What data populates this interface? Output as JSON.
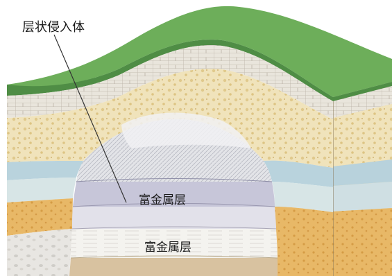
{
  "labels": {
    "laccolith": "层状侵入体",
    "ore_layer_upper": "富金属层",
    "ore_layer_lower": "富金属层"
  },
  "colors": {
    "surface_grass": "#6dae5a",
    "surface_grass_side": "#4f8d45",
    "limestone": "#e7e3d9",
    "sandstone": "#efe2b8",
    "blue_band": "#b9d3dd",
    "ochre_band": "#e7b561",
    "intrusion_core": "#dadbe0",
    "ore_band": "#c7c6d9",
    "pale_band": "#f5f4f2",
    "bedrock": "#d8c2a0",
    "leader_line": "#333333"
  }
}
